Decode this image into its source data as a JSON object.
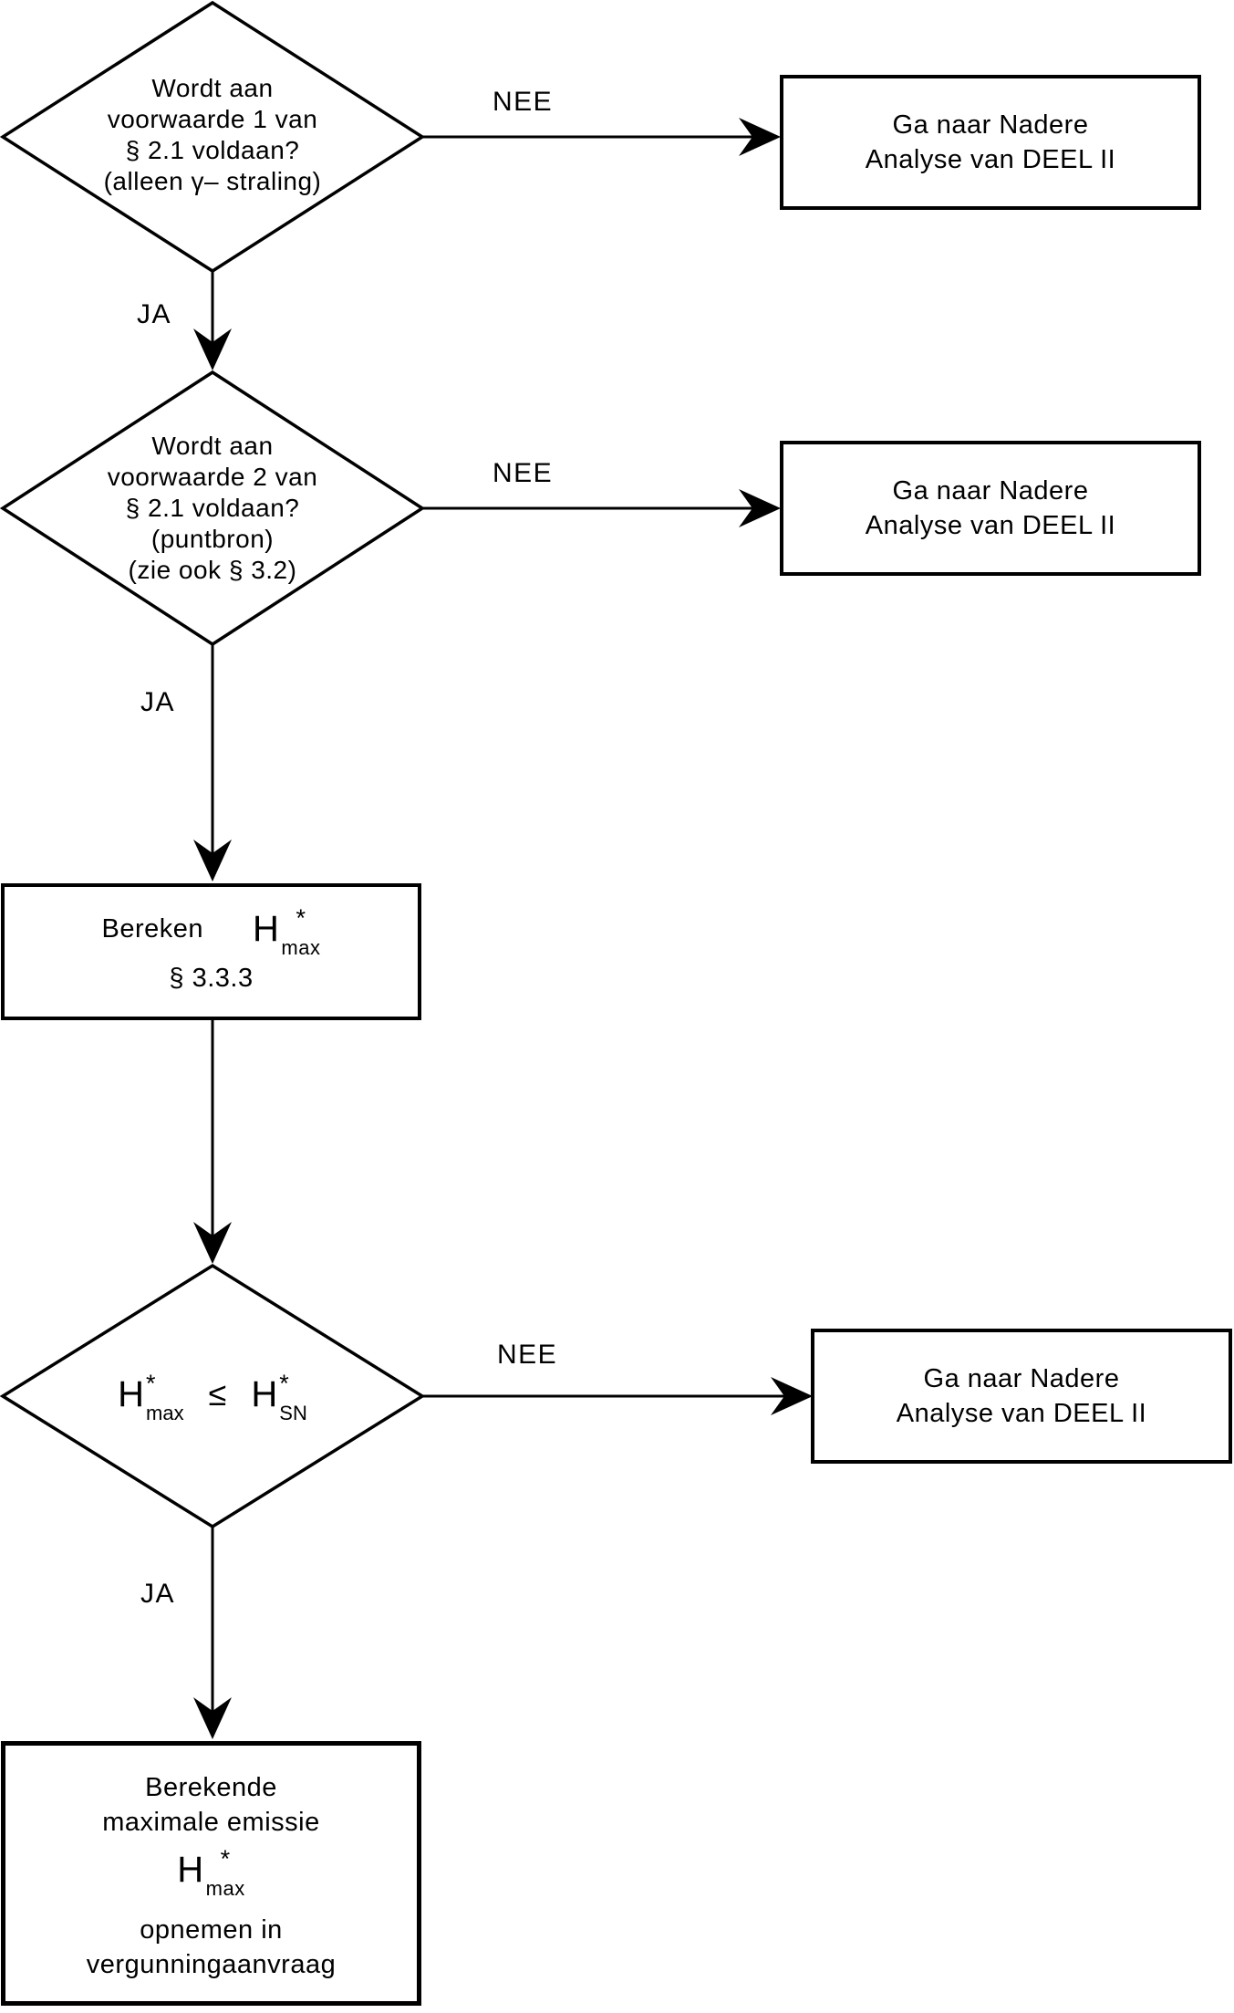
{
  "labels": {
    "nee": "NEE",
    "ja": "JA"
  },
  "diamond1": {
    "lines": [
      "Wordt aan",
      "voorwaarde 1 van",
      "§ 2.1 voldaan?",
      "(alleen γ– straling)"
    ]
  },
  "diamond2": {
    "lines": [
      "Wordt aan",
      "voorwaarde 2 van",
      "§ 2.1 voldaan?",
      "(puntbron)",
      "(zie ook § 3.2)"
    ]
  },
  "diamond3": {
    "left": {
      "base": "H",
      "sup": "*",
      "sub": "max"
    },
    "operator": "≤",
    "right": {
      "base": "H",
      "sup": "*",
      "sub": "SN"
    }
  },
  "ga_naar_box": {
    "line1": "Ga naar Nadere",
    "line2": "Analyse van DEEL II"
  },
  "bereken_box": {
    "verb": "Bereken",
    "h": {
      "base": "H",
      "sup": "*",
      "sub": "max"
    },
    "ref": "§ 3.3.3"
  },
  "final_box": {
    "line1": "Berekende",
    "line2": "maximale emissie",
    "h": {
      "base": "H",
      "sup": "*",
      "sub": "max"
    },
    "line3": "opnemen in",
    "line4": "vergunningaanvraag"
  },
  "colors": {
    "ink": "#000000",
    "background": "#ffffff"
  }
}
